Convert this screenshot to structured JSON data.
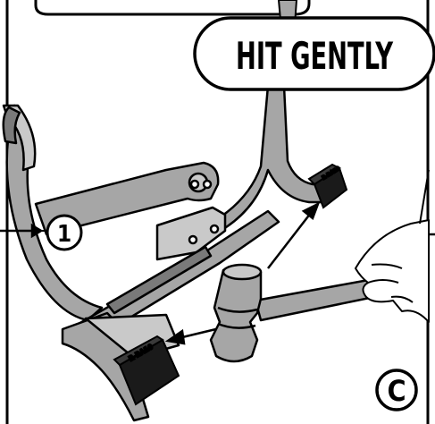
{
  "instruction": {
    "text": "HIT GENTLY"
  },
  "callout": {
    "number": "1"
  },
  "panel": {
    "letter": "C"
  },
  "pad_label": "R-RA10",
  "colors": {
    "outline": "#000000",
    "frame_fill": "#a6a6a6",
    "frame_light": "#c9c9c9",
    "frame_dark": "#7a7a7a",
    "pad_fill": "#1a1a1a",
    "hand_fill": "#ffffff",
    "background": "#ffffff"
  }
}
